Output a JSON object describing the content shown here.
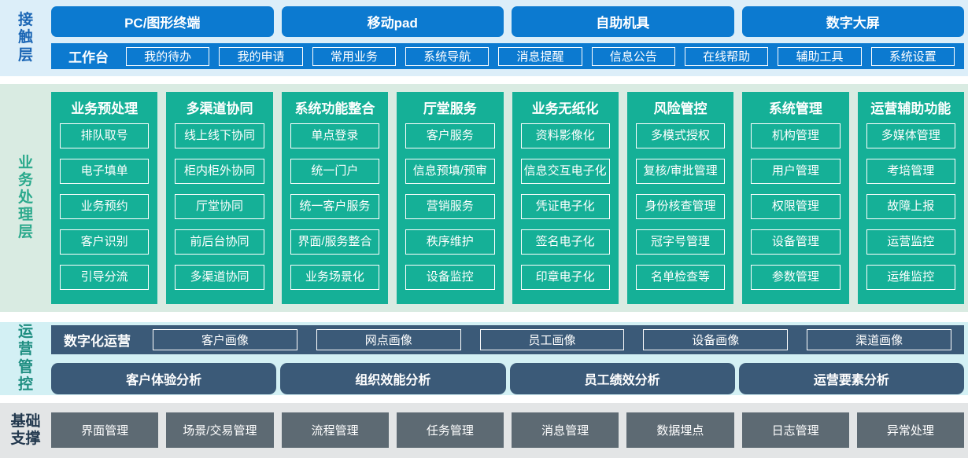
{
  "colors": {
    "blue": "#0c7ad0",
    "green": "#15b097",
    "slate": "#3b5a78",
    "gray": "#5d6a73",
    "contact-bg": "#dceef9",
    "business-bg": "#d9ebe2",
    "ops-bg": "#d3f0f4",
    "found-bg": "#e3e5e6",
    "label-blue": "#1b66b5",
    "label-green": "#2aa98c",
    "label-teal": "#1d8d80",
    "label-navy": "#22384e"
  },
  "layers": {
    "contact": {
      "label": "接触层",
      "devices": [
        "PC/图形终端",
        "移动pad",
        "自助机具",
        "数字大屏"
      ],
      "workbench": {
        "label": "工作台",
        "items": [
          "我的待办",
          "我的申请",
          "常用业务",
          "系统导航",
          "消息提醒",
          "信息公告",
          "在线帮助",
          "辅助工具",
          "系统设置"
        ]
      }
    },
    "business": {
      "label": "业务处理层",
      "columns": [
        {
          "title": "业务预处理",
          "items": [
            "排队取号",
            "电子填单",
            "业务预约",
            "客户识别",
            "引导分流"
          ]
        },
        {
          "title": "多渠道协同",
          "items": [
            "线上线下协同",
            "柜内柜外协同",
            "厅堂协同",
            "前后台协同",
            "多渠道协同"
          ]
        },
        {
          "title": "系统功能整合",
          "items": [
            "单点登录",
            "统一门户",
            "统一客户服务",
            "界面/服务整合",
            "业务场景化"
          ]
        },
        {
          "title": "厅堂服务",
          "items": [
            "客户服务",
            "信息预填/预审",
            "营销服务",
            "秩序维护",
            "设备监控"
          ]
        },
        {
          "title": "业务无纸化",
          "items": [
            "资料影像化",
            "信息交互电子化",
            "凭证电子化",
            "签名电子化",
            "印章电子化"
          ]
        },
        {
          "title": "风险管控",
          "items": [
            "多模式授权",
            "复核/审批管理",
            "身份核查管理",
            "冠字号管理",
            "名单检查等"
          ]
        },
        {
          "title": "系统管理",
          "items": [
            "机构管理",
            "用户管理",
            "权限管理",
            "设备管理",
            "参数管理"
          ]
        },
        {
          "title": "运营辅助功能",
          "items": [
            "多媒体管理",
            "考培管理",
            "故障上报",
            "运营监控",
            "运维监控"
          ]
        }
      ]
    },
    "operations": {
      "label": "运营管控",
      "digital": {
        "label": "数字化运营",
        "items": [
          "客户画像",
          "网点画像",
          "员工画像",
          "设备画像",
          "渠道画像"
        ]
      },
      "analysis": [
        "客户体验分析",
        "组织效能分析",
        "员工绩效分析",
        "运营要素分析"
      ]
    },
    "foundation": {
      "label": "基础支撑",
      "items": [
        "界面管理",
        "场景/交易管理",
        "流程管理",
        "任务管理",
        "消息管理",
        "数据埋点",
        "日志管理",
        "异常处理"
      ]
    }
  }
}
